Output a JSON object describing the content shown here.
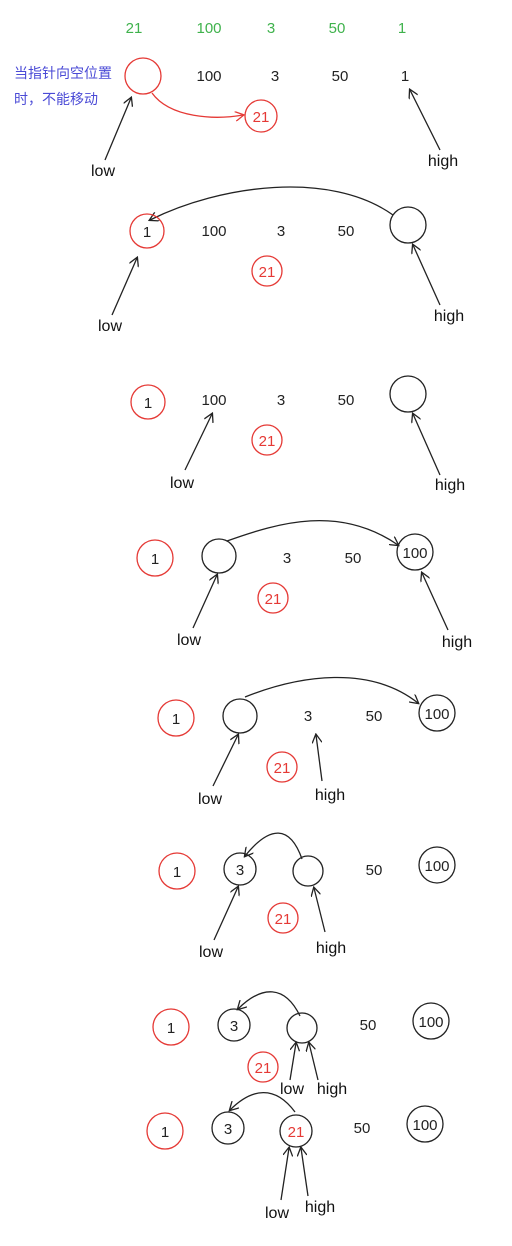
{
  "header": {
    "values": [
      "21",
      "100",
      "3",
      "50",
      "1"
    ]
  },
  "note": {
    "line1": "当指针向空位置",
    "line2": "时，不能移动"
  },
  "labels": {
    "low": "low",
    "high": "high"
  },
  "steps": [
    {
      "values": [
        "100",
        "3",
        "50",
        "1"
      ],
      "pivot": "21"
    },
    {
      "values": [
        "1",
        "100",
        "3",
        "50"
      ],
      "pivot": "21"
    },
    {
      "values": [
        "1",
        "100",
        "3",
        "50"
      ],
      "pivot": "21"
    },
    {
      "values": [
        "1",
        "3",
        "50",
        "100"
      ],
      "pivot": "21"
    },
    {
      "values": [
        "1",
        "3",
        "50",
        "100"
      ],
      "pivot": "21"
    },
    {
      "values": [
        "1",
        "3",
        "50",
        "100"
      ],
      "pivot": "21"
    },
    {
      "values": [
        "1",
        "3",
        "50",
        "100"
      ],
      "pivot": "21"
    },
    {
      "values": [
        "1",
        "3",
        "21",
        "50",
        "100"
      ]
    }
  ],
  "colors": {
    "green": "#3fb24c",
    "red": "#e53935",
    "blue": "#4a4ad6",
    "ink": "#222222"
  }
}
